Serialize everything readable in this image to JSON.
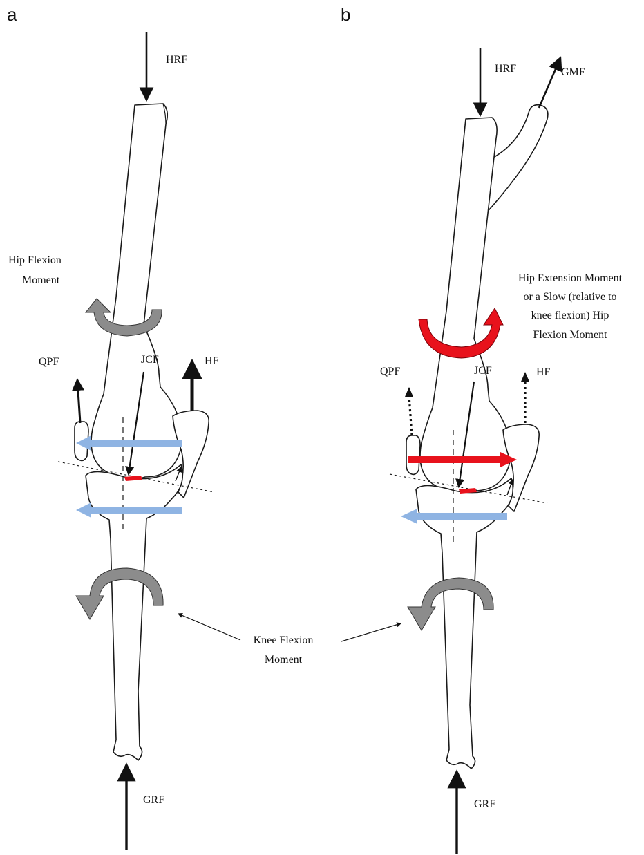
{
  "panels": {
    "a": {
      "letter": "a",
      "labels": {
        "hrf": "HRF",
        "hip_moment_line1": "Hip Flexion",
        "hip_moment_line2": "Moment",
        "qpf": "QPF",
        "jcf": "JCF",
        "hf": "HF",
        "grf": "GRF"
      }
    },
    "b": {
      "letter": "b",
      "labels": {
        "hrf": "HRF",
        "gmf": "GMF",
        "hip_moment_line1": "Hip Extension Moment",
        "hip_moment_line2": "or a Slow (relative to",
        "hip_moment_line3": "knee flexion) Hip",
        "hip_moment_line4": "Flexion Moment",
        "qpf": "QPF",
        "jcf": "JCF",
        "hf": "HF",
        "grf": "GRF"
      }
    }
  },
  "shared": {
    "knee_moment_line1": "Knee Flexion",
    "knee_moment_line2": "Moment"
  },
  "colors": {
    "force_arrow": "#111111",
    "moment_gray": "#8c8c8c",
    "shear_blue": "#8fb4e3",
    "highlight_red": "#e8121c"
  }
}
